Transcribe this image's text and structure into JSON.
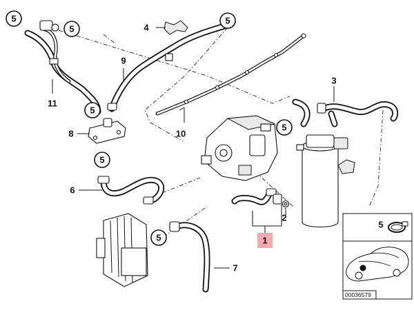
{
  "callouts": {
    "c1": "1",
    "c2": "2",
    "c3": "3",
    "c4": "4",
    "c5": "5",
    "c6": "6",
    "c7": "7",
    "c8": "8",
    "c9": "9",
    "c10": "10",
    "c11": "11"
  },
  "reference_number": "00036579",
  "highlight_color": "#f5a8b0"
}
